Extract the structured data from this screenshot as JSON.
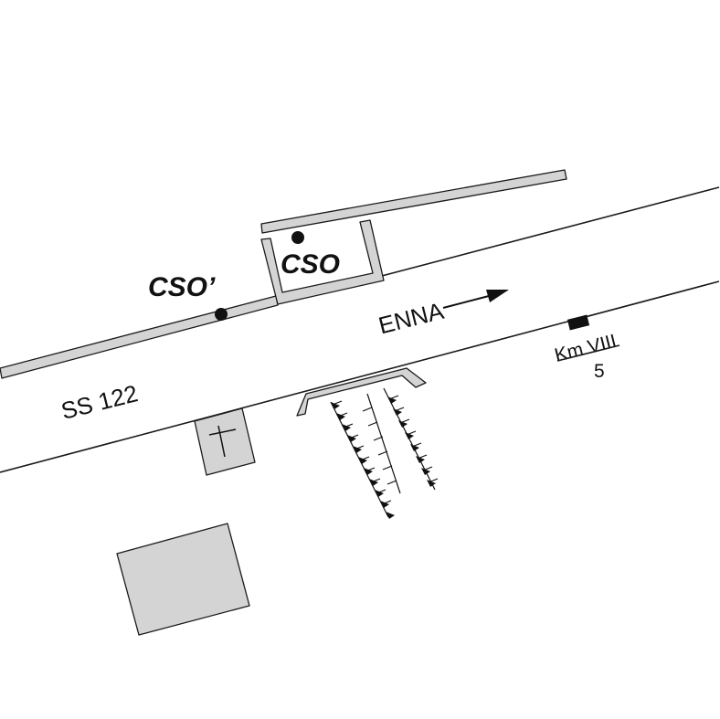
{
  "map": {
    "road_name": "SS 122",
    "direction_label": "ENNA",
    "point_main_label": "CSO",
    "point_secondary_label": "CSO’",
    "kilometre_label": "Km VIII",
    "kilometre_sub_label": "5",
    "icons": {
      "chapel": "cross-icon",
      "direction": "arrow-right-icon",
      "kilometre_marker": "milestone-icon",
      "embankment": "slope-hatching-icon"
    },
    "colors": {
      "line": "#1a1a1a",
      "fill": "#d4d4d4",
      "background": "#ffffff"
    }
  }
}
